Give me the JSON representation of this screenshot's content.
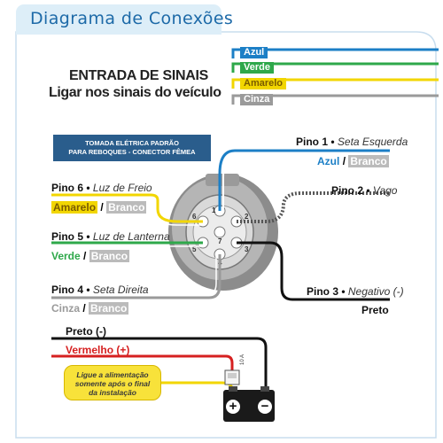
{
  "title": "Diagrama de Conexões",
  "heading": "ENTRADA DE SINAIS",
  "subheading": "Ligar nos sinais do veículo",
  "legend": [
    {
      "label": "Azul",
      "color": "#1c7fc6"
    },
    {
      "label": "Verde",
      "color": "#2ea84a"
    },
    {
      "label": "Amarelo",
      "color": "#f2d600"
    },
    {
      "label": "Cinza",
      "color": "#9a9a9a"
    }
  ],
  "socket_label": {
    "line1": "TOMADA ELÉTRICA PADRÃO",
    "line2": "PARA REBOQUES - CONECTOR FÊMEA"
  },
  "pins": {
    "p1": {
      "name": "Pino 1",
      "func": "Seta Esquerda",
      "color1": "Azul",
      "sep": "/",
      "color2": "Branco"
    },
    "p2": {
      "name": "Pino 2",
      "func": "Vago"
    },
    "p3": {
      "name": "Pino 3",
      "func": "Negativo (-)",
      "color1": "Preto"
    },
    "p4": {
      "name": "Pino 4",
      "func": "Seta Direita",
      "color1": "Cinza",
      "sep": "/",
      "color2": "Branco"
    },
    "p5": {
      "name": "Pino 5",
      "func": "Luz de Lanterna",
      "color1": "Verde",
      "sep": "/",
      "color2": "Branco"
    },
    "p6": {
      "name": "Pino 6",
      "func": "Luz de Freio",
      "color1": "Amarelo",
      "sep": "/",
      "color2": "Branco"
    }
  },
  "socket_numbers": [
    "1",
    "2",
    "3",
    "4",
    "5",
    "6",
    "7"
  ],
  "power": {
    "negative": "Preto (-)",
    "positive": "Vermelho (+)"
  },
  "fuse_label": "10 A",
  "note": {
    "line1": "Ligue a alimentação",
    "line2": "somente após o final",
    "line3": "da instalação"
  },
  "battery": {
    "plus": "+",
    "minus": "−"
  }
}
